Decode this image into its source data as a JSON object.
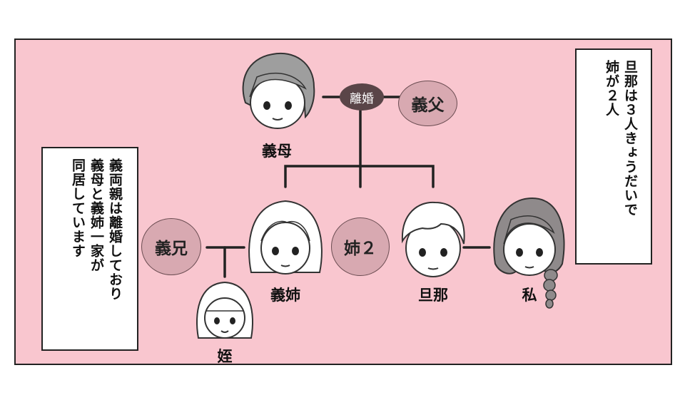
{
  "colors": {
    "panel_bg": "#f9c6cf",
    "circle": "#d8a9b1",
    "divorce_bg": "#5a4548"
  },
  "people": {
    "mother_in_law": "義母",
    "sister_in_law": "義姉",
    "husband": "旦那",
    "me": "私",
    "niece": "姪"
  },
  "circles": {
    "father_in_law": "義父",
    "sister2": "姉２",
    "brother_in_law": "義兄"
  },
  "divorce_label": "離婚",
  "notes": {
    "right": [
      "旦那は３人きょうだいで",
      "姉が２人"
    ],
    "left": [
      "義両親は離婚しており",
      "義母と義姉一家が",
      "同居しています"
    ]
  }
}
